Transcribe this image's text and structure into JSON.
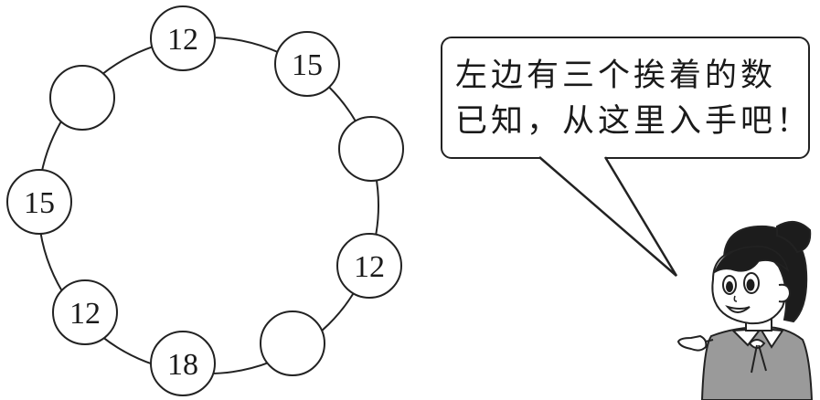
{
  "puzzle": {
    "nodes": [
      {
        "id": "top",
        "value": "12"
      },
      {
        "id": "top-right",
        "value": "15"
      },
      {
        "id": "right-upper",
        "value": ""
      },
      {
        "id": "right-lower",
        "value": "12"
      },
      {
        "id": "bottom-right",
        "value": ""
      },
      {
        "id": "bottom",
        "value": "18"
      },
      {
        "id": "bottom-left",
        "value": "12"
      },
      {
        "id": "left",
        "value": "15"
      },
      {
        "id": "top-left",
        "value": ""
      }
    ]
  },
  "speech_bubble": {
    "line1": "左边有三个挨着的数",
    "line2": "已知，从这里入手吧！"
  },
  "illustration": {
    "icon": "girl-pointing-icon"
  },
  "colors": {
    "ink": "#1a1a1a",
    "background": "#ffffff",
    "shirt": "#9a9a9a",
    "hair": "#1c1c1c"
  }
}
